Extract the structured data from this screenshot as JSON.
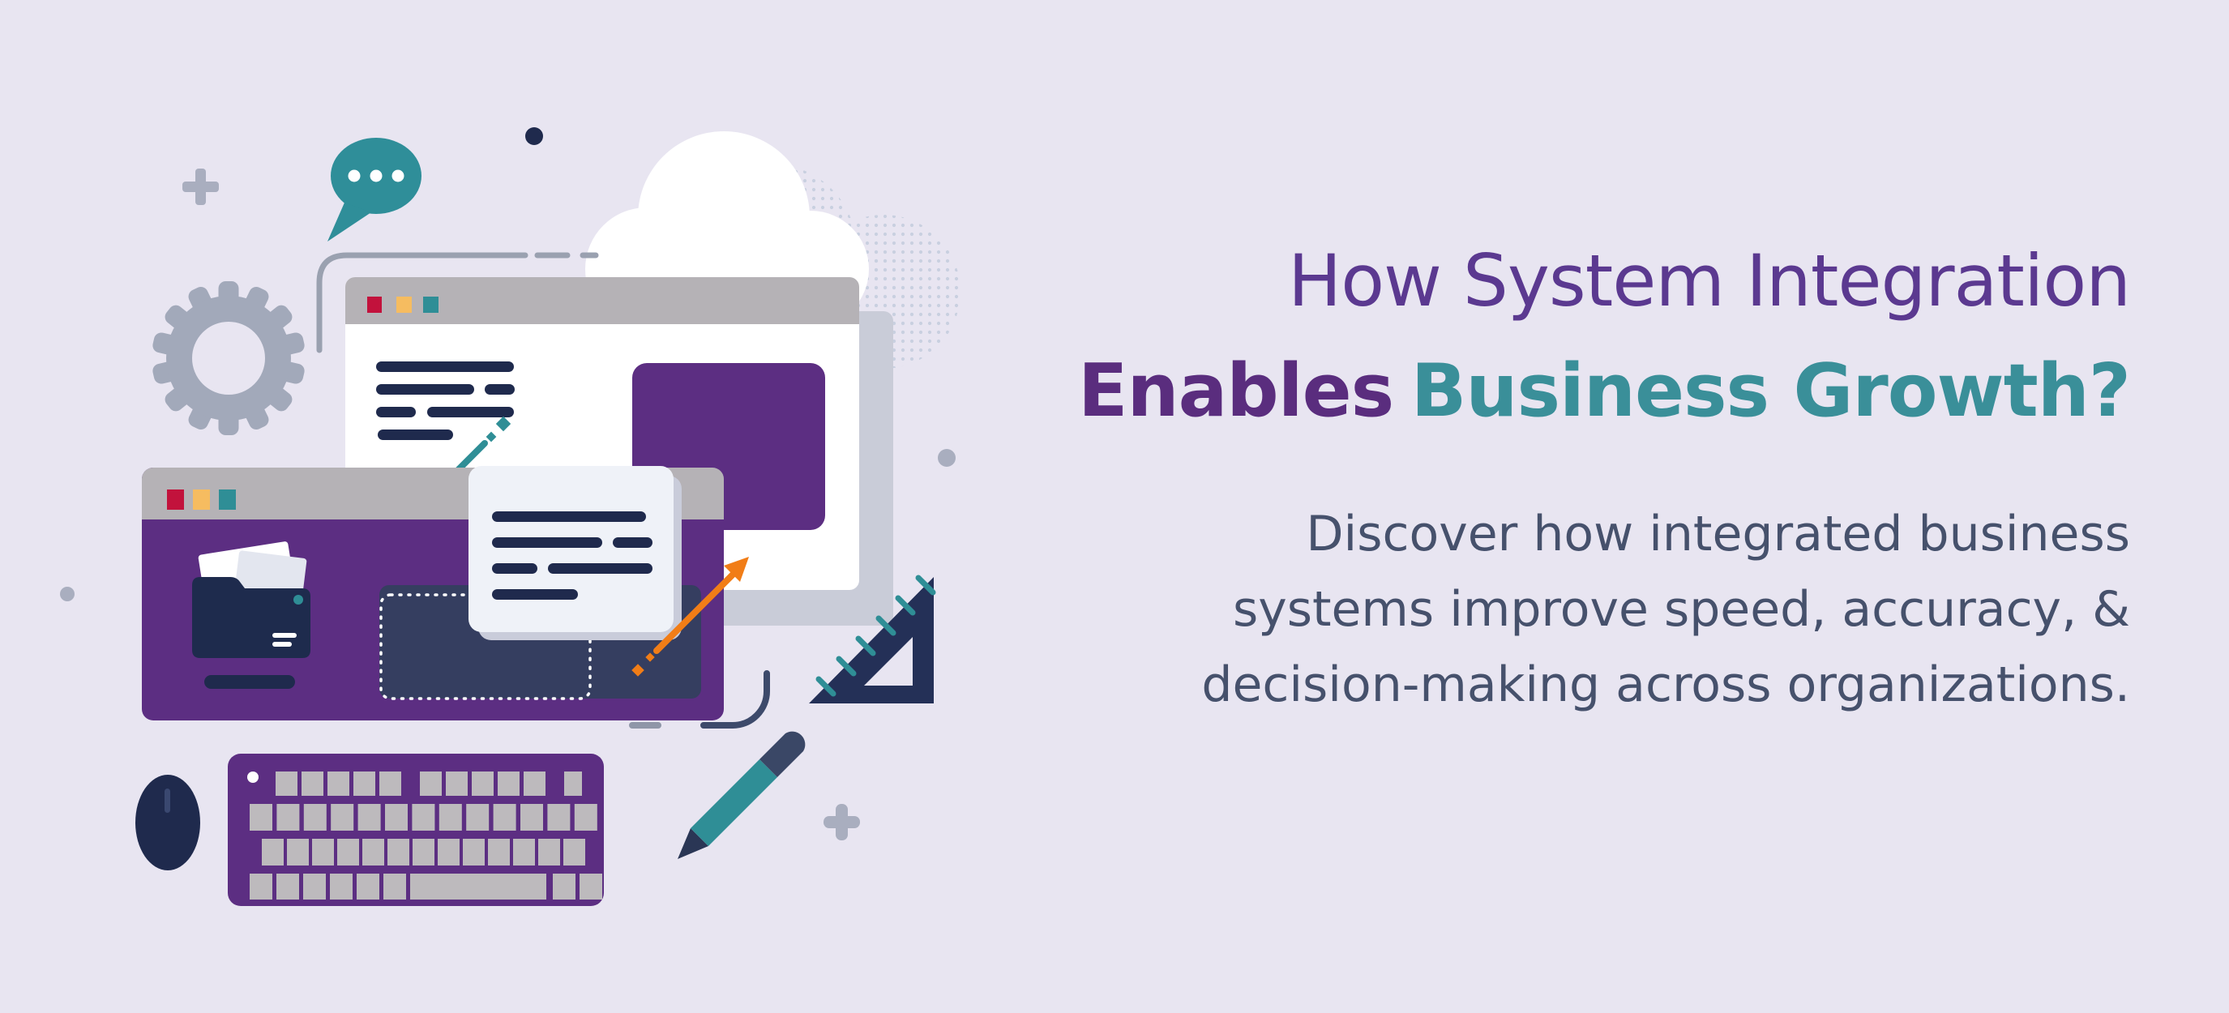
{
  "page": {
    "type": "infographic-hero-banner",
    "background_color": "#E8E5F1"
  },
  "heading": {
    "line1": "How System Integration",
    "line2_accent": "Enables",
    "line2_rest": "Business Growth?"
  },
  "subtitle": {
    "line1": "Discover how integrated business",
    "line2": "systems improve speed, accuracy, &",
    "line3": "decision-making across organizations."
  },
  "colors": {
    "background": "#E8E5F1",
    "heading_purple": "#5B3990",
    "accent_purple": "#5A2D7E",
    "accent_teal": "#3A8F99",
    "subtitle_text": "#46516C",
    "illustration_purple": "#5C2E82",
    "illustration_navy": "#1F2A4D",
    "illustration_teal": "#2F8E96",
    "illustration_orange": "#F17D17",
    "titlebar_gray": "#B5B2B6",
    "control_red": "#C2123C",
    "control_orange": "#F6BC60",
    "control_teal": "#2F8E96",
    "card_light": "#EFF2F8",
    "shadow_gray": "#C9CCD8"
  },
  "illustration": {
    "description": "flat desktop workspace scene",
    "icons": [
      "speech-bubble",
      "gear",
      "cloud",
      "plus-sign",
      "dot-accent",
      "browser-window-white",
      "browser-window-purple",
      "window-controls",
      "text-placeholder-lines",
      "image-placeholder",
      "folder",
      "selection-dashed-box",
      "note-card",
      "check-arrow",
      "growth-arrow",
      "set-square-ruler",
      "pencil",
      "keyboard",
      "mouse",
      "connector-line"
    ]
  }
}
